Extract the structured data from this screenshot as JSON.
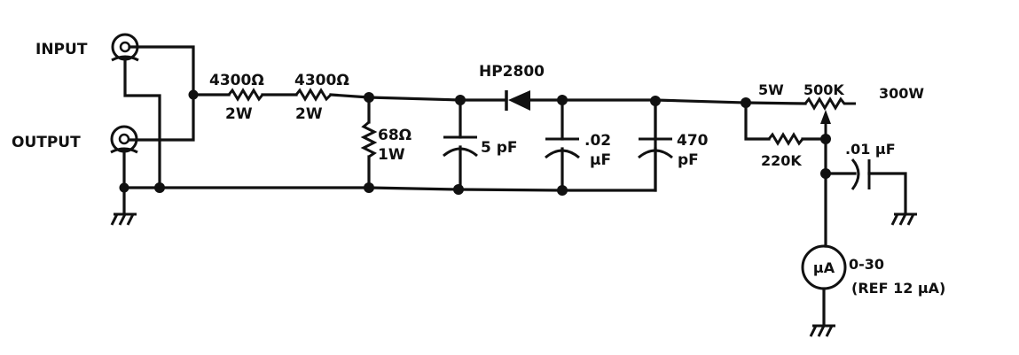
{
  "diagram": {
    "type": "electronic-schematic",
    "connectors": {
      "input": {
        "label": "INPUT"
      },
      "output": {
        "label": "OUTPUT"
      }
    },
    "components": {
      "r1": {
        "value": "4300Ω",
        "rating": "2W"
      },
      "r2": {
        "value": "4300Ω",
        "rating": "2W"
      },
      "r3": {
        "value": "68Ω",
        "rating": "1W"
      },
      "c1": {
        "value": "5 pF"
      },
      "diode": {
        "part": "HP2800"
      },
      "c2": {
        "value": ".02",
        "unit": "µF"
      },
      "c3": {
        "value": "470",
        "unit": "pF"
      },
      "pot": {
        "rating": "5W",
        "value": "500K"
      },
      "power_note": "300W",
      "r4": {
        "value": "220K"
      },
      "c4": {
        "value": ".01 µF"
      },
      "meter": {
        "symbol": "µA",
        "range": "0-30",
        "reference": "(REF 12 µA)"
      }
    },
    "colors": {
      "ink": "#111111",
      "paper": "#ffffff"
    }
  }
}
